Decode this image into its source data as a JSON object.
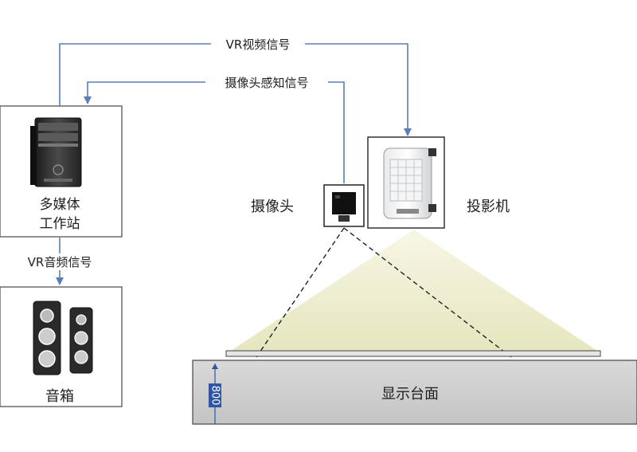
{
  "labels": {
    "vr_video_signal": "VR视频信号",
    "camera_sense_signal": "摄像头感知信号",
    "workstation_line1": "多媒体",
    "workstation_line2": "工作站",
    "vr_audio_signal": "VR音频信号",
    "speakers": "音箱",
    "camera": "摄像头",
    "projector": "投影机",
    "display_table": "显示台面",
    "height_value": "800"
  },
  "colors": {
    "arrow_line": "#5a7fb8",
    "box_border": "#555555",
    "projection_light": "#efefd0",
    "table_fill": "#cfcfcf",
    "height_marker": "#2f55a4"
  },
  "icons": {
    "workstation": "pc-tower-icon",
    "speakers": "speaker-pair-icon",
    "camera": "camera-icon",
    "projector": "projector-icon"
  }
}
